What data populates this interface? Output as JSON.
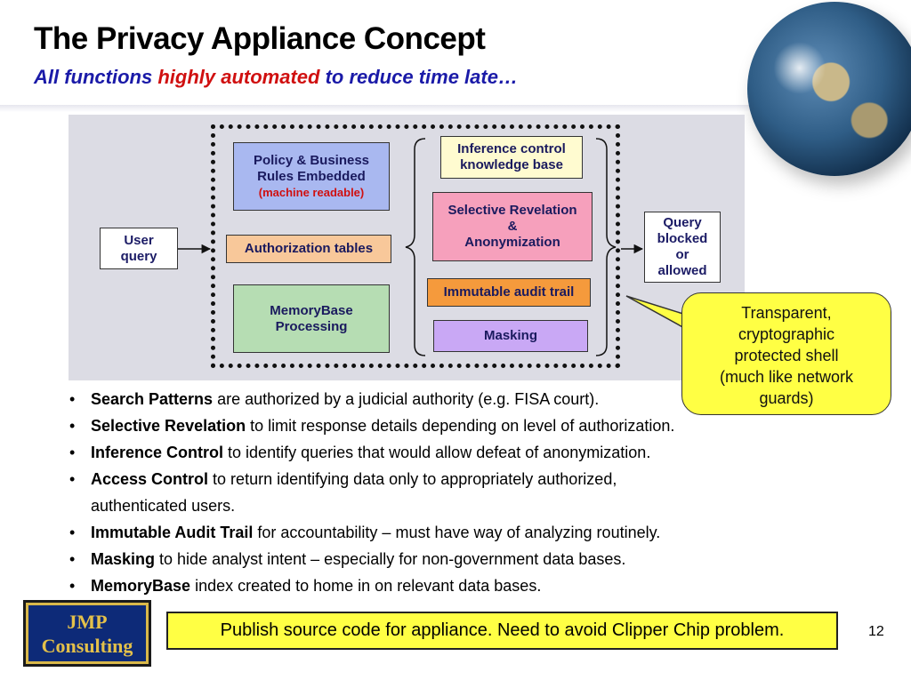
{
  "title": "The Privacy Appliance Concept",
  "subtitle": {
    "part1": "All functions ",
    "highlight": "highly automated",
    "part2": " to reduce time late…"
  },
  "diagram": {
    "user_query": [
      "User",
      "query"
    ],
    "policy": {
      "line1": "Policy & Business",
      "line2": "Rules Embedded",
      "note": "(machine readable)"
    },
    "authorization": "Authorization tables",
    "memorybase": [
      "MemoryBase",
      "Processing"
    ],
    "inference": [
      "Inference control",
      "knowledge base"
    ],
    "selective": [
      "Selective Revelation",
      "&",
      "Anonymization"
    ],
    "immutable": "Immutable audit trail",
    "masking": "Masking",
    "query_result": [
      "Query",
      "blocked",
      "or",
      "allowed"
    ],
    "callout": [
      "Transparent,",
      "cryptographic",
      "protected shell",
      "(much like network",
      "guards)"
    ]
  },
  "bullets": [
    {
      "bold": "Search Patterns",
      "text": " are authorized by a judicial authority (e.g. FISA court)."
    },
    {
      "bold": "Selective Revelation",
      "text": " to limit response details depending on level of authorization."
    },
    {
      "bold": "Inference Control",
      "text": " to identify queries that would allow defeat of anonymization."
    },
    {
      "bold": "Access Control",
      "text": " to return identifying data only to appropriately authorized,",
      "cont": "authenticated users."
    },
    {
      "bold": "Immutable Audit Trail",
      "text": " for accountability – must have way of analyzing routinely."
    },
    {
      "bold": "Masking",
      "text": " to hide analyst intent – especially for non-government data bases."
    },
    {
      "bold": "MemoryBase",
      "text": " index created to home in on relevant data bases."
    }
  ],
  "bullet_char": "•",
  "logo": [
    "JMP",
    "Consulting"
  ],
  "footer_note": "Publish source code for appliance.  Need to avoid Clipper Chip problem.",
  "page_number": "12",
  "icons": {
    "globe": "globe-image"
  }
}
